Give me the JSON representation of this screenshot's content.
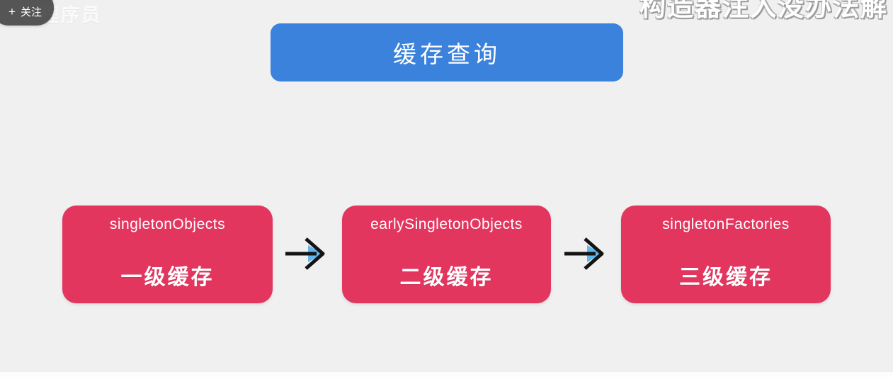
{
  "page": {
    "background_color": "#f1f0f0",
    "bottom_bar_color": "#fdfdfd"
  },
  "follow_badge": {
    "plus": "+",
    "label": "关注",
    "background_color": "#3a3a3a"
  },
  "watermarks": {
    "left": "程序员",
    "right": "构造器注入没办法解"
  },
  "title_box": {
    "label": "缓存查询",
    "color": "#3b82dc"
  },
  "cache_boxes": [
    {
      "en": "singletonObjects",
      "zh": "一级缓存"
    },
    {
      "en": "earlySingletonObjects",
      "zh": "二级缓存"
    },
    {
      "en": "singletonFactories",
      "zh": "三级缓存"
    }
  ],
  "colors": {
    "box_red": "#e3365f",
    "arrow_black": "#141414",
    "arrow_blue": "#5fb7ec"
  }
}
